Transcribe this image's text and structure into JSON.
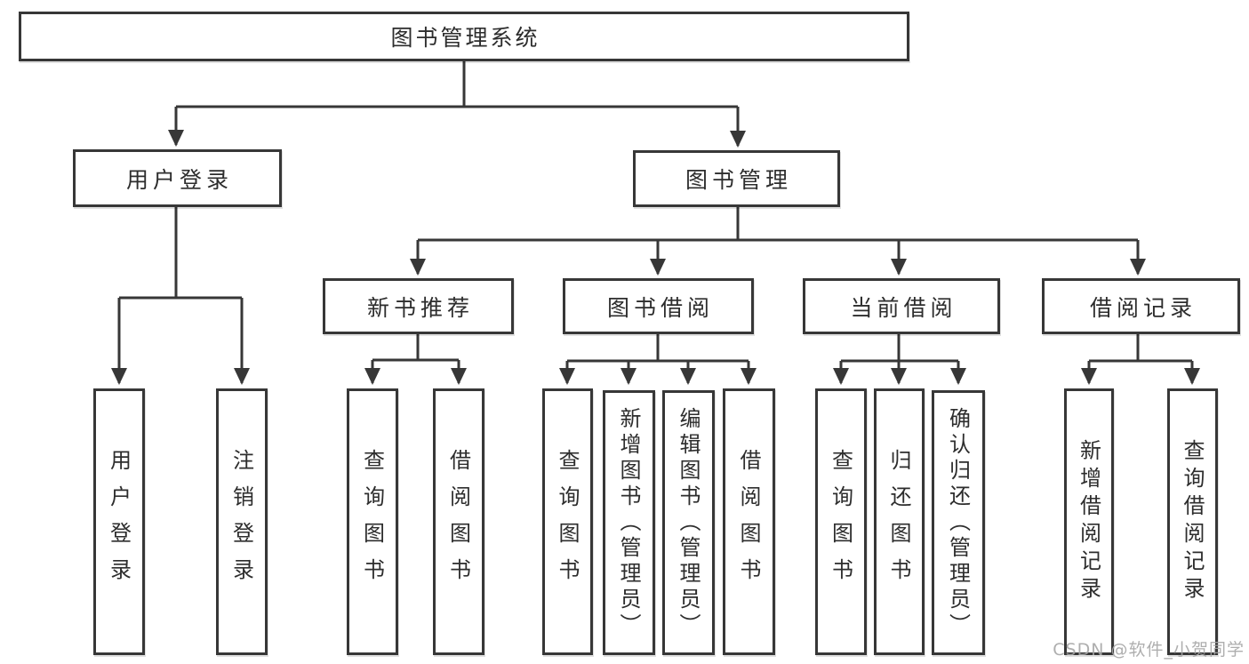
{
  "diagram": {
    "title": "图书管理系统",
    "branches": [
      {
        "label": "用户登录",
        "children": [
          {
            "label": "用户登录"
          },
          {
            "label": "注销登录"
          }
        ]
      },
      {
        "label": "图书管理",
        "children": [
          {
            "label": "新书推荐",
            "children": [
              {
                "label": "查询图书"
              },
              {
                "label": "借阅图书"
              }
            ]
          },
          {
            "label": "图书借阅",
            "children": [
              {
                "label": "查询图书"
              },
              {
                "label": "新增图书（管理员）"
              },
              {
                "label": "编辑图书（管理员）"
              },
              {
                "label": "借阅图书"
              }
            ]
          },
          {
            "label": "当前借阅",
            "children": [
              {
                "label": "查询图书"
              },
              {
                "label": "归还图书"
              },
              {
                "label": "确认归还（管理员）"
              }
            ]
          },
          {
            "label": "借阅记录",
            "children": [
              {
                "label": "新增借阅记录"
              },
              {
                "label": "查询借阅记录"
              }
            ]
          }
        ]
      }
    ]
  },
  "watermark": {
    "text": "CSDN @软件_小贺同学"
  },
  "colors": {
    "background": "#ffffff",
    "box_border": "#373737",
    "connector": "#373737",
    "text": "#2d2d2d",
    "watermark_text": "#a6a6a6"
  }
}
